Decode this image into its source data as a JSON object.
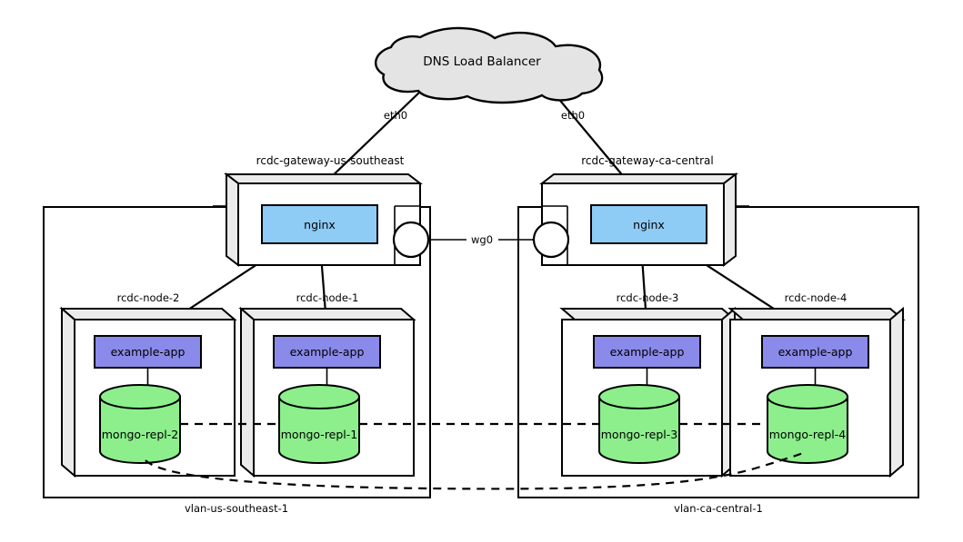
{
  "diagram": {
    "title": "DNS Load Balancer network topology",
    "colors": {
      "cloud_fill": "#e4e4e4",
      "nginx_fill": "#8ecbf5",
      "app_fill": "#8a8aea",
      "mongo_fill": "#8cef8c",
      "box_face": "#ffffff",
      "box_shade": "#ebebeb",
      "stroke": "#000000"
    },
    "cloud": {
      "label": "DNS Load Balancer"
    },
    "interfaces": {
      "eth0_left": "eth0",
      "eth0_right": "eth0",
      "wg0": "wg0"
    },
    "gateways": [
      {
        "id": "gw-us-southeast",
        "label": "rcdc-gateway-us-southeast",
        "service": "nginx"
      },
      {
        "id": "gw-ca-central",
        "label": "rcdc-gateway-ca-central",
        "service": "nginx"
      }
    ],
    "nodes": [
      {
        "id": "node-2",
        "label": "rcdc-node-2",
        "app": "example-app",
        "db": "mongo-repl-2"
      },
      {
        "id": "node-1",
        "label": "rcdc-node-1",
        "app": "example-app",
        "db": "mongo-repl-1"
      },
      {
        "id": "node-3",
        "label": "rcdc-node-3",
        "app": "example-app",
        "db": "mongo-repl-3"
      },
      {
        "id": "node-4",
        "label": "rcdc-node-4",
        "app": "example-app",
        "db": "mongo-repl-4"
      }
    ],
    "vlans": [
      {
        "id": "vlan-us-southeast-1",
        "label": "vlan-us-southeast-1"
      },
      {
        "id": "vlan-ca-central-1",
        "label": "vlan-ca-central-1"
      }
    ]
  }
}
